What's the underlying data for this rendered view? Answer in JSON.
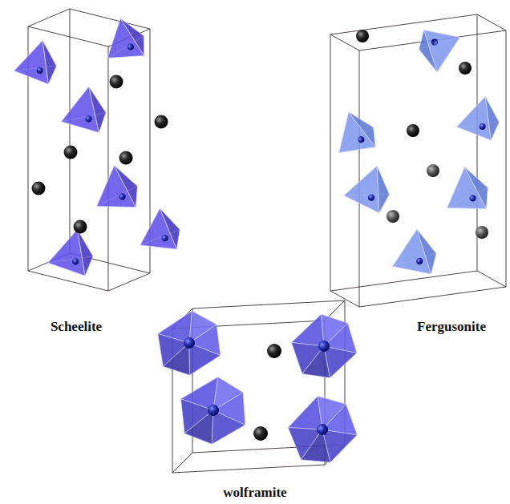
{
  "diagram": {
    "labels": [
      "Scheelite",
      "Fergusonite",
      "wolframite"
    ]
  }
}
